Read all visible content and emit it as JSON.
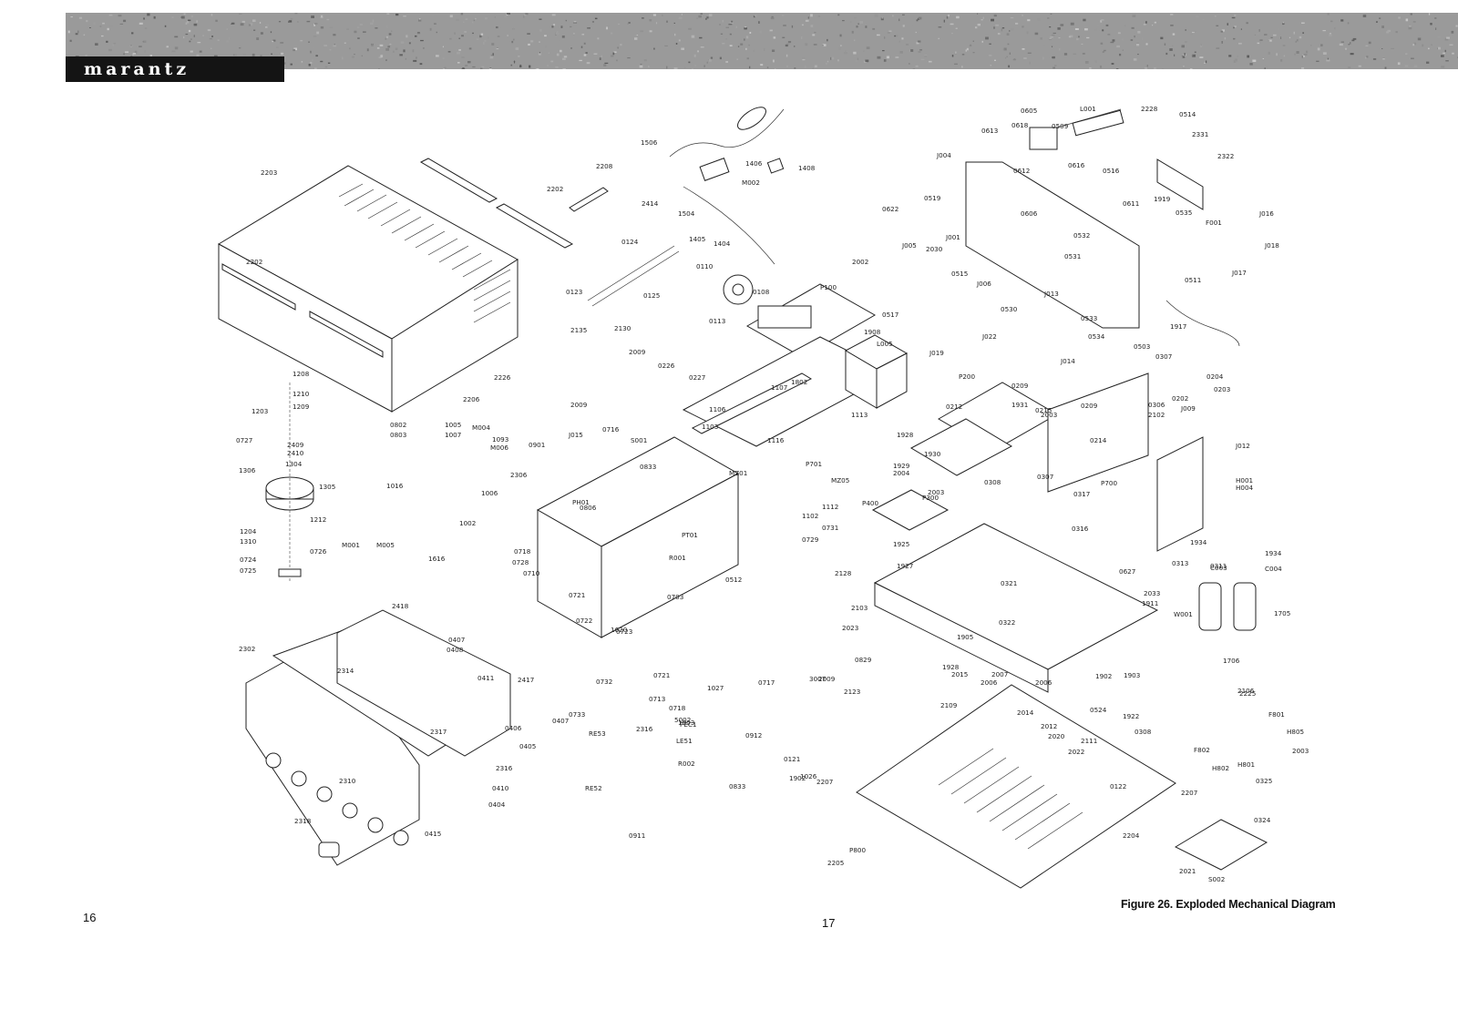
{
  "header": {
    "brand": "marantz"
  },
  "figure": {
    "caption": "Figure 26. Exploded Mechanical Diagram"
  },
  "pages": {
    "left": "16",
    "right": "17"
  },
  "part_labels": [
    "0605",
    "L001",
    "2228",
    "0514",
    "0613",
    "0618",
    "0509",
    "2331",
    "0616",
    "2322",
    "J004",
    "0612",
    "0516",
    "0611",
    "1919",
    "0535",
    "J016",
    "0519",
    "0606",
    "F001",
    "0622",
    "J018",
    "0532",
    "J001",
    "J005",
    "2030",
    "0531",
    "J017",
    "0511",
    "0515",
    "J006",
    "0530",
    "J013",
    "0533",
    "1917",
    "0517",
    "J022",
    "J019",
    "0534",
    "0503",
    "J014",
    "1506",
    "1406",
    "1408",
    "2208",
    "2203",
    "2202",
    "2414",
    "M002",
    "1504",
    "1405",
    "1404",
    "0124",
    "0110",
    "2002",
    "0123",
    "0108",
    "P100",
    "0125",
    "0113",
    "2135",
    "2130",
    "2009",
    "1908",
    "L005",
    "0226",
    "0227",
    "2009",
    "1802",
    "0716",
    "2202",
    "2226",
    "2206",
    "1208",
    "1210",
    "1209",
    "1203",
    "0727",
    "2409",
    "2410",
    "1304",
    "1306",
    "1305",
    "1212",
    "1204",
    "1310",
    "0726",
    "0724",
    "0725",
    "M001",
    "M005",
    "1616",
    "1016",
    "1002",
    "0802",
    "0803",
    "1005",
    "1007",
    "M004",
    "1093",
    "M006",
    "1006",
    "0901",
    "J015",
    "S001",
    "2306",
    "0833",
    "PH01",
    "0806",
    "0718",
    "0728",
    "0710",
    "0721",
    "0722",
    "0723",
    "1620",
    "2418",
    "0407",
    "0408",
    "0411",
    "2417",
    "0732",
    "0721",
    "0713",
    "0733",
    "0407",
    "0406",
    "0405",
    "2314",
    "2302",
    "2317",
    "2316",
    "2310",
    "0410",
    "0404",
    "2318",
    "0415",
    "RE53",
    "RE52",
    "2316",
    "PEC1",
    "LE51",
    "R002",
    "0833",
    "0911",
    "0912",
    "1903",
    "1902",
    "0121",
    "1026",
    "1027",
    "0718",
    "5002",
    "0717",
    "3007",
    "2009",
    "2123",
    "2128",
    "2103",
    "2023",
    "0829",
    "1927",
    "1107",
    "1113",
    "1106",
    "1103",
    "1116",
    "P701",
    "MZ01",
    "MZ05",
    "1112",
    "1102",
    "0731",
    "0729",
    "PT01",
    "R001",
    "0703",
    "0512",
    "0212",
    "0215",
    "0209",
    "2003",
    "P200",
    "0209",
    "1931",
    "1928",
    "1929",
    "2004",
    "1930",
    "P300",
    "2003",
    "P400",
    "1925",
    "0308",
    "0307",
    "P700",
    "0317",
    "0214",
    "0316",
    "0627",
    "2033",
    "1911",
    "0321",
    "0322",
    "1905",
    "1928",
    "2109",
    "2015",
    "2007",
    "2006",
    "2006",
    "2014",
    "2012",
    "2020",
    "2022",
    "2111",
    "0524",
    "1902",
    "1903",
    "1922",
    "0308",
    "W001",
    "0307",
    "0204",
    "0203",
    "0202",
    "J009",
    "J012",
    "H001",
    "H004",
    "0306",
    "2102",
    "1934",
    "0313",
    "0311",
    "1934",
    "C004",
    "C003",
    "1705",
    "1706",
    "2106",
    "2225",
    "F801",
    "F802",
    "H802",
    "H801",
    "H805",
    "2003",
    "0325",
    "2207",
    "0324",
    "P800",
    "2021",
    "S002",
    "0122",
    "2207",
    "2205",
    "2204"
  ]
}
